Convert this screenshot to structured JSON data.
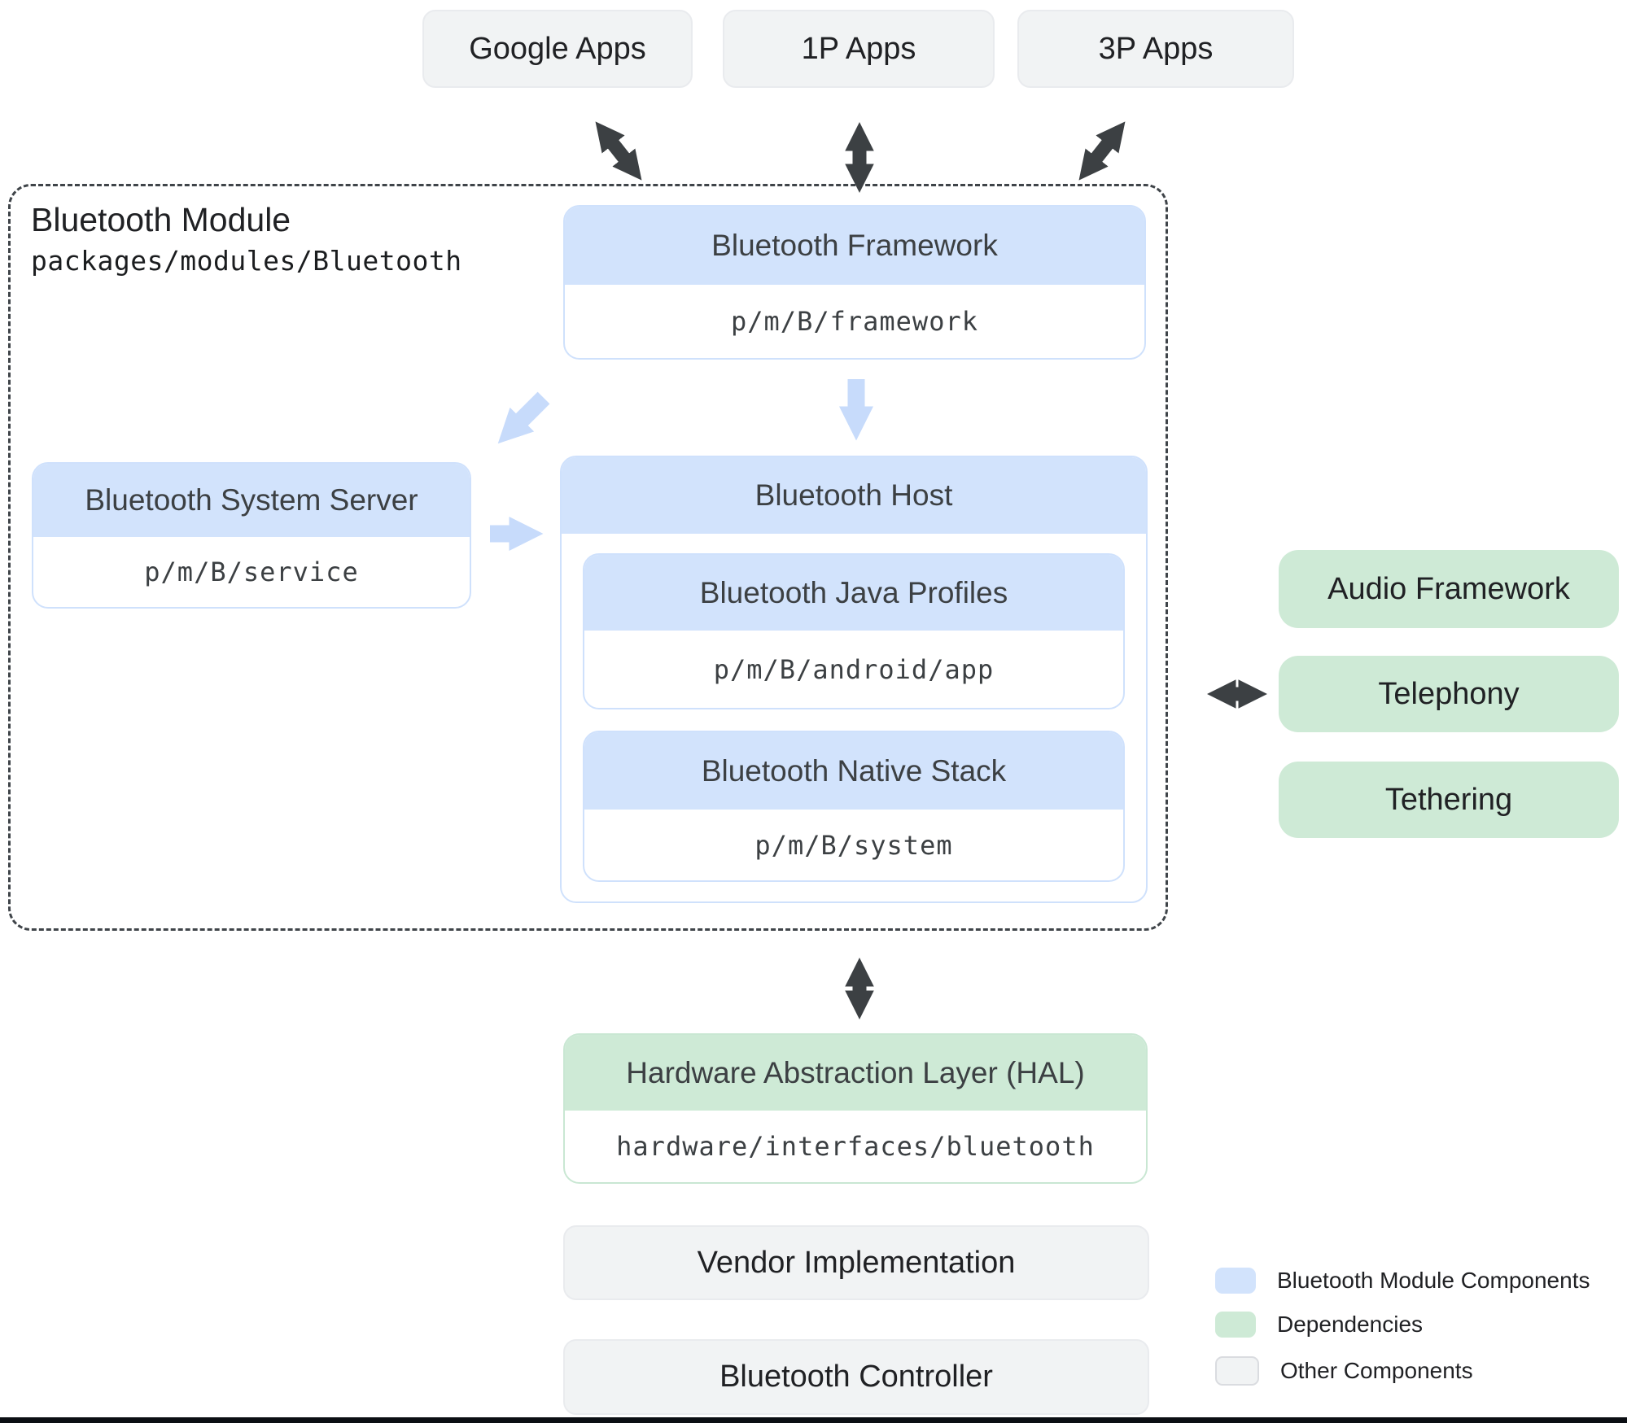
{
  "top_apps": [
    {
      "label": "Google Apps"
    },
    {
      "label": "1P Apps"
    },
    {
      "label": "3P Apps"
    }
  ],
  "module": {
    "title": "Bluetooth Module",
    "path": "packages/modules/Bluetooth",
    "framework": {
      "title": "Bluetooth Framework",
      "path": "p/m/B/framework"
    },
    "system_server": {
      "title": "Bluetooth System Server",
      "path": "p/m/B/service"
    },
    "host": {
      "title": "Bluetooth Host",
      "java_profiles": {
        "title": "Bluetooth Java Profiles",
        "path": "p/m/B/android/app"
      },
      "native_stack": {
        "title": "Bluetooth Native Stack",
        "path": "p/m/B/system"
      }
    }
  },
  "dependencies": [
    {
      "label": "Audio Framework"
    },
    {
      "label": "Telephony"
    },
    {
      "label": "Tethering"
    }
  ],
  "hal": {
    "title": "Hardware Abstraction Layer (HAL)",
    "path": "hardware/interfaces/bluetooth"
  },
  "other_components": [
    {
      "label": "Vendor Implementation"
    },
    {
      "label": "Bluetooth Controller"
    }
  ],
  "legend": [
    {
      "label": "Bluetooth Module Components",
      "swatch_color": "#d2e3fc"
    },
    {
      "label": "Dependencies",
      "swatch_color": "#ceead6"
    },
    {
      "label": "Other Components",
      "swatch_color": "#f1f3f4"
    }
  ],
  "colors": {
    "module_component_fill": "#d2e3fc",
    "dependency_fill": "#ceead6",
    "other_component_fill": "#f1f3f4",
    "dark_arrow": "#3c4043",
    "light_arrow": "#c7dbfb",
    "dashed_border": "#3f4449"
  }
}
